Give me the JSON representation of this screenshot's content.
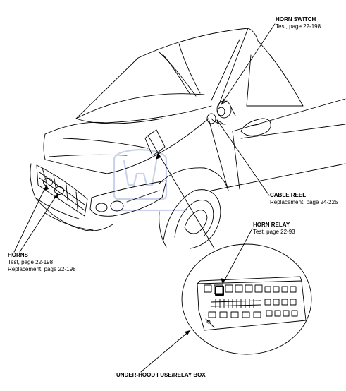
{
  "callouts": {
    "horn_switch": {
      "title": "HORN SWITCH",
      "lines": [
        "Test, page 22-198"
      ]
    },
    "cable_reel": {
      "title": "CABLE REEL",
      "lines": [
        "Replacement, page 24-225"
      ]
    },
    "horn_relay": {
      "title": "HORN RELAY",
      "lines": [
        "Test, page 22-93"
      ]
    },
    "horns": {
      "title": "HORNS",
      "lines": [
        "Test, page 22-198",
        "Replacement, page 22-198"
      ]
    },
    "fuse_box": {
      "title": "UNDER-HOOD FUSE/RELAY BOX",
      "lines": []
    }
  },
  "colors": {
    "line_art": "#000000",
    "watermark": "#c9d4ec",
    "background": "#ffffff"
  },
  "icons": {
    "watermark": "honda-logo"
  }
}
